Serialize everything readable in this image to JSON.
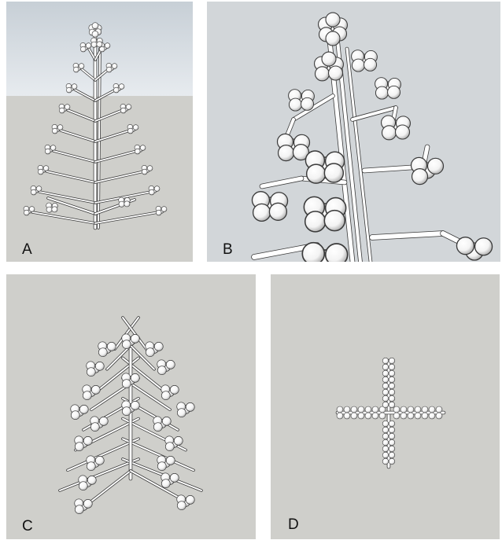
{
  "figure": {
    "colors": {
      "ground": "#cfcfcb",
      "sky_top": "#c7cfd6",
      "sky_bottom": "#e7ebef",
      "panel_b_background": "#d2d6d9",
      "stem": "#ffffff",
      "outline": "#3a3a3a",
      "label": "#111111"
    },
    "panels": [
      {
        "label": "A"
      },
      {
        "label": "B"
      },
      {
        "label": "C"
      },
      {
        "label": "D"
      }
    ]
  }
}
